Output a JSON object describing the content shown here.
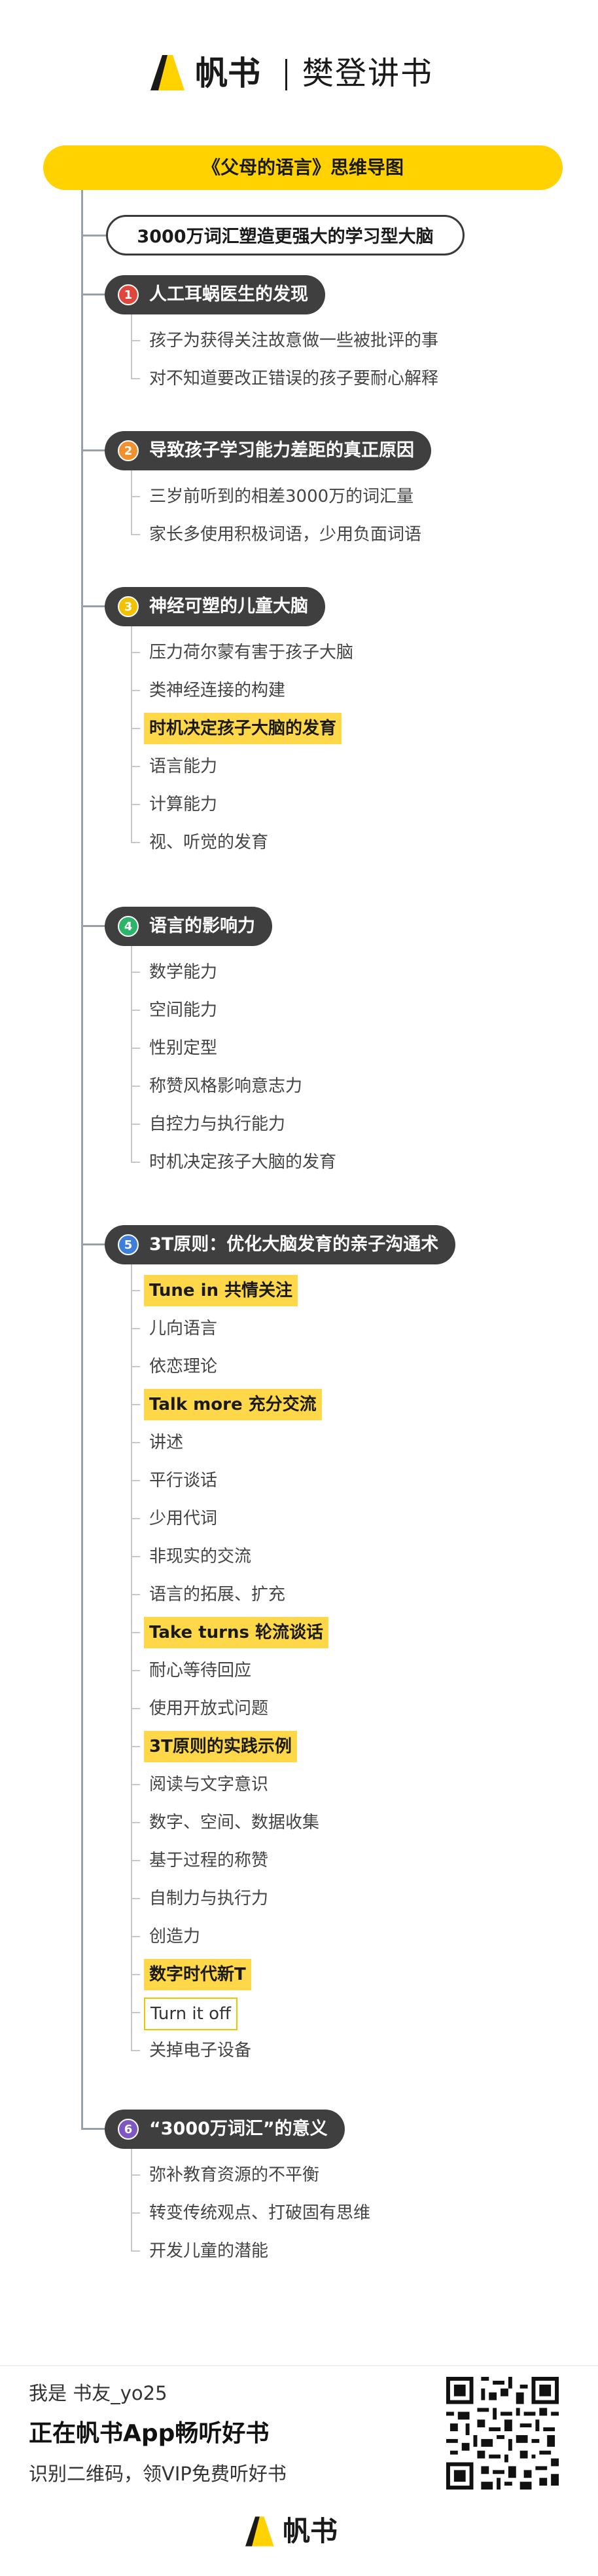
{
  "brand": {
    "name": "帆书",
    "partner": "樊登讲书",
    "accent": "#ffd200",
    "dark": "#3f3f3f"
  },
  "title": "《父母的语言》思维导图",
  "subtitle": "3000万词汇塑造更强大的学习型大脑",
  "sections": [
    {
      "num": "1",
      "color": "#e0473c",
      "label": "人工耳蜗医生的发现",
      "items": [
        {
          "text": "孩子为获得关注故意做一些被批评的事",
          "style": "plain"
        },
        {
          "text": "对不知道要改正错误的孩子要耐心解释",
          "style": "plain"
        }
      ]
    },
    {
      "num": "2",
      "color": "#f0902e",
      "label": "导致孩子学习能力差距的真正原因",
      "items": [
        {
          "text": "三岁前听到的相差3000万的词汇量",
          "style": "plain"
        },
        {
          "text": "家长多使用积极词语，少用负面词语",
          "style": "plain"
        }
      ]
    },
    {
      "num": "3",
      "color": "#f2c200",
      "label": "神经可塑的儿童大脑",
      "items": [
        {
          "text": "压力荷尔蒙有害于孩子大脑",
          "style": "plain"
        },
        {
          "text": "类神经连接的构建",
          "style": "plain"
        },
        {
          "text": "时机决定孩子大脑的发育",
          "style": "hl"
        },
        {
          "text": "语言能力",
          "style": "plain"
        },
        {
          "text": "计算能力",
          "style": "plain"
        },
        {
          "text": "视、听觉的发育",
          "style": "plain"
        }
      ]
    },
    {
      "num": "4",
      "color": "#2db36a",
      "label": "语言的影响力",
      "items": [
        {
          "text": "数学能力",
          "style": "plain"
        },
        {
          "text": "空间能力",
          "style": "plain"
        },
        {
          "text": "性别定型",
          "style": "plain"
        },
        {
          "text": "称赞风格影响意志力",
          "style": "plain"
        },
        {
          "text": "自控力与执行能力",
          "style": "plain"
        },
        {
          "text": "时机决定孩子大脑的发育",
          "style": "plain"
        }
      ]
    },
    {
      "num": "5",
      "color": "#3d7fd9",
      "label": "3T原则：优化大脑发育的亲子沟通术",
      "items": [
        {
          "text": "Tune in 共情关注",
          "style": "hl"
        },
        {
          "text": "儿向语言",
          "style": "plain"
        },
        {
          "text": "依恋理论",
          "style": "plain"
        },
        {
          "text": "Talk more 充分交流",
          "style": "hl"
        },
        {
          "text": "讲述",
          "style": "plain"
        },
        {
          "text": "平行谈话",
          "style": "plain"
        },
        {
          "text": "少用代词",
          "style": "plain"
        },
        {
          "text": "非现实的交流",
          "style": "plain"
        },
        {
          "text": "语言的拓展、扩充",
          "style": "plain"
        },
        {
          "text": "Take turns 轮流谈话",
          "style": "hl"
        },
        {
          "text": "耐心等待回应",
          "style": "plain"
        },
        {
          "text": "使用开放式问题",
          "style": "plain"
        },
        {
          "text": "3T原则的实践示例",
          "style": "hl"
        },
        {
          "text": "阅读与文字意识",
          "style": "plain"
        },
        {
          "text": "数字、空间、数据收集",
          "style": "plain"
        },
        {
          "text": "基于过程的称赞",
          "style": "plain"
        },
        {
          "text": "自制力与执行力",
          "style": "plain"
        },
        {
          "text": "创造力",
          "style": "plain"
        },
        {
          "text": "数字时代新T",
          "style": "hl"
        },
        {
          "text": "Turn it off",
          "style": "box"
        },
        {
          "text": "关掉电子设备",
          "style": "plain"
        }
      ]
    },
    {
      "num": "6",
      "color": "#7e57c2",
      "label": "“3000万词汇”的意义",
      "items": [
        {
          "text": "弥补教育资源的不平衡",
          "style": "plain"
        },
        {
          "text": "转变传统观点、打破固有思维",
          "style": "plain"
        },
        {
          "text": "开发儿童的潜能",
          "style": "plain"
        }
      ]
    }
  ],
  "footer": {
    "user": "我是 书友_yo25",
    "main": "正在帆书App畅听好书",
    "sub": "识别二维码，领VIP免费听好书",
    "logo": "帆书"
  }
}
